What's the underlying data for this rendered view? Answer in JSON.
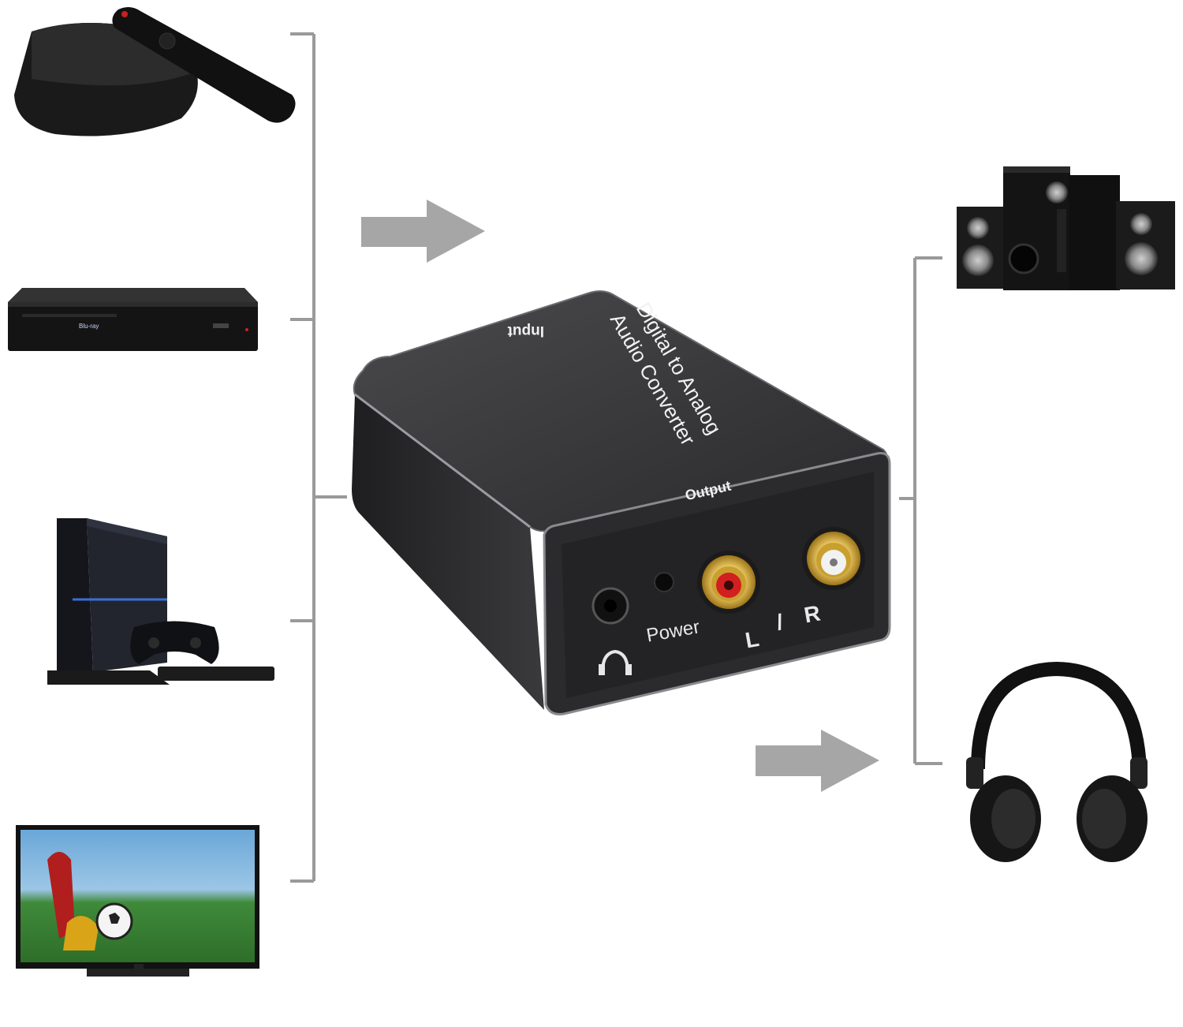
{
  "product": {
    "top_label_line1": "Digital to Analog",
    "top_label_line2": "Audio Converter",
    "input_label": "Input",
    "output_label": "Output",
    "power_label": "Power",
    "left_label": "L",
    "separator": "/",
    "right_label": "R"
  },
  "sources": [
    "tv-box-icon",
    "blu-ray-player-icon",
    "game-console-icon",
    "television-icon"
  ],
  "outputs": [
    "speaker-system-icon",
    "headphones-icon"
  ],
  "colors": {
    "connector_line": "#9a9a9a",
    "arrow": "#a6a6a6",
    "device_body": "#2b2b2d",
    "gold": "#c9a030",
    "rca_red": "#d21f1f",
    "rca_white": "#f2f2f2"
  }
}
